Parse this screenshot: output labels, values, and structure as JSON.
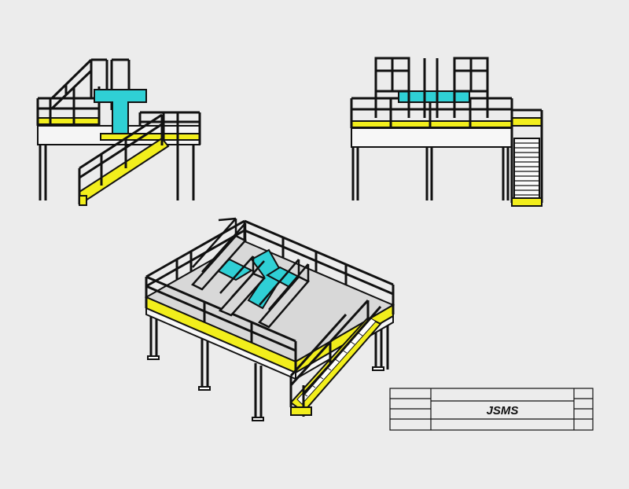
{
  "drawing": {
    "title_block": {
      "company": "JSMS"
    },
    "views": [
      {
        "id": "side-elevation"
      },
      {
        "id": "front-elevation"
      },
      {
        "id": "isometric"
      }
    ]
  },
  "colors": {
    "background": "#ececec",
    "line": "#111111",
    "toe_plate": "#f2ee1c",
    "conveyor": "#2fd0d5",
    "deck": "#d8d8d8",
    "underside": "#f7f7f7"
  }
}
